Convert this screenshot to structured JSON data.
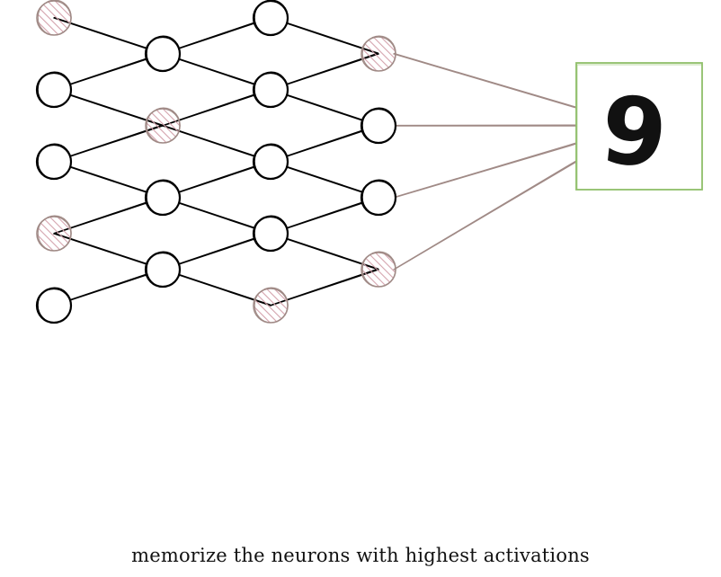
{
  "caption": "memorize the neurons with highest activations",
  "image_box": {
    "digit": "9",
    "border_color": "#8fbf6a"
  },
  "colors": {
    "edge": "#000000",
    "highlight_edge": "#a08a86",
    "hatch": "#d4a3ad",
    "neuron_fill": "#ffffff"
  },
  "network": {
    "layers": [
      {
        "name": "layer-1",
        "neurons": [
          {
            "highlighted": true
          },
          {
            "highlighted": false
          },
          {
            "highlighted": false
          },
          {
            "highlighted": true
          },
          {
            "highlighted": false
          }
        ]
      },
      {
        "name": "layer-2",
        "neurons": [
          {
            "highlighted": false
          },
          {
            "highlighted": true
          },
          {
            "highlighted": false
          },
          {
            "highlighted": false
          }
        ]
      },
      {
        "name": "layer-3",
        "neurons": [
          {
            "highlighted": false
          },
          {
            "highlighted": false
          },
          {
            "highlighted": false
          },
          {
            "highlighted": false
          },
          {
            "highlighted": true
          }
        ]
      },
      {
        "name": "layer-4",
        "neurons": [
          {
            "highlighted": true
          },
          {
            "highlighted": false
          },
          {
            "highlighted": false
          },
          {
            "highlighted": true
          }
        ]
      }
    ],
    "connections_to_image": "output-layer"
  }
}
